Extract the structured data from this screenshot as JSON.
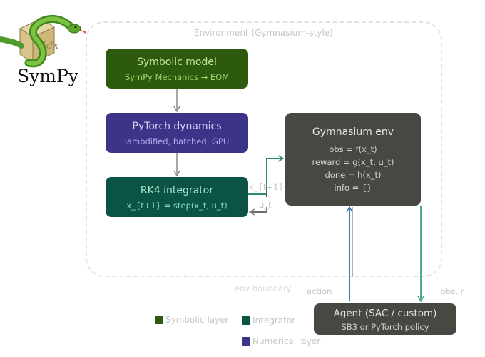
{
  "logo": {
    "text": "SymPy",
    "icon": "sympy-snake-cube-logo"
  },
  "environment": {
    "title": "Environment (Gymnasium-style)",
    "boundary_label": "env boundary"
  },
  "nodes": {
    "symbolic": {
      "title": "Symbolic model",
      "subtitle": "SymPy Mechanics → EOM"
    },
    "pytorch": {
      "title": "PyTorch dynamics",
      "subtitle": "lambdified, batched, GPU"
    },
    "rk4": {
      "title": "RK4 integrator",
      "subtitle": "x_{t+1} = step(x_t, u_t)"
    },
    "gym": {
      "title": "Gymnasium env",
      "lines": [
        "obs = f(x_t)",
        "reward = g(x_t, u_t)",
        "done = h(x_t)",
        "info = {}"
      ]
    },
    "agent": {
      "title": "Agent (SAC / custom)",
      "subtitle": "SB3 or PyTorch policy"
    }
  },
  "edges": {
    "x_next": "x_{t+1}",
    "u_t": "u_t",
    "action": "action",
    "obs_r": "obs, r"
  },
  "legend": [
    {
      "label": "Symbolic layer",
      "color": "#2d5a0c"
    },
    {
      "label": "Integrator",
      "color": "#0b5445"
    },
    {
      "label": "Numerical layer",
      "color": "#3c3489"
    }
  ],
  "colors": {
    "symbolic": "#2d5a0c",
    "numerical": "#3c3489",
    "integrator": "#0b5445",
    "env": "#484843",
    "action_arrow": "#3f79b4",
    "obs_arrow": "#4caf8c",
    "neutral_arrow": "#8a8a86"
  }
}
